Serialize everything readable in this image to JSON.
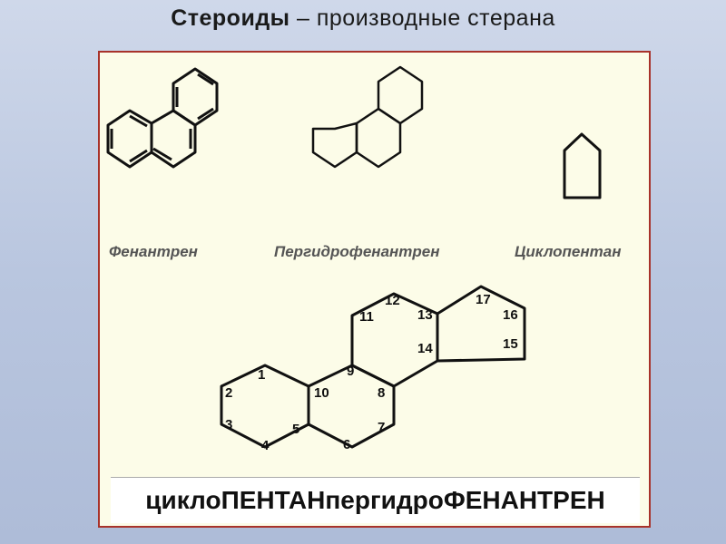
{
  "title": {
    "bold": "Стероиды",
    "rest": " – производные стерана"
  },
  "labels": {
    "phenanthrene": "Фенантрен",
    "perhydrophenanthrene": "Пергидрофенантрен",
    "cyclopentane": "Циклопентан"
  },
  "steran_numbers": [
    "1",
    "2",
    "3",
    "4",
    "5",
    "6",
    "7",
    "8",
    "9",
    "10",
    "11",
    "12",
    "13",
    "14",
    "15",
    "16",
    "17"
  ],
  "bottom_name": "циклоПЕНТАНпергидроФЕНАНТРЕН"
}
